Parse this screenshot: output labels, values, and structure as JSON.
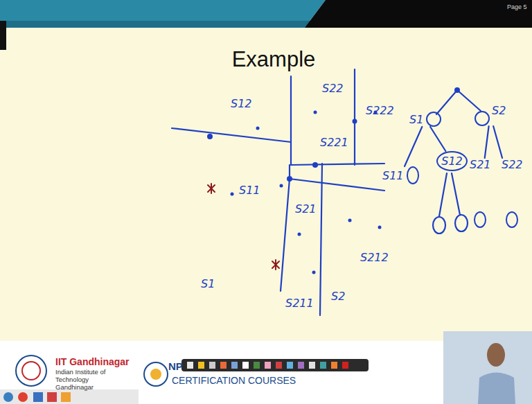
{
  "diagram": {
    "title": "Example",
    "nodes": [
      {
        "text": [
          "S1"
        ]
      },
      {
        "text": [
          "S2"
        ]
      },
      {
        "text": [
          "S11"
        ]
      },
      {
        "text": [
          "S12"
        ]
      },
      {
        "text": [
          "S21"
        ]
      },
      {
        "text": [
          "S22"
        ]
      }
    ],
    "edges": [
      {
        "from": 0,
        "to": 2,
        "arrow": "none"
      },
      {
        "from": 0,
        "to": 3,
        "arrow": "none"
      },
      {
        "from": 1,
        "to": 4,
        "arrow": "none"
      },
      {
        "from": 1,
        "to": 5,
        "arrow": "none"
      }
    ],
    "labels": [
      "S12",
      "S22",
      "S222",
      "S221",
      "S11",
      "S1",
      "S21",
      "S212",
      "S211",
      "S2",
      "Page 5",
      "IIT Gandhinagar",
      "Indian Institute of Technology Gandhinagar",
      "NP",
      "CERTIFICATION COURSES"
    ]
  }
}
